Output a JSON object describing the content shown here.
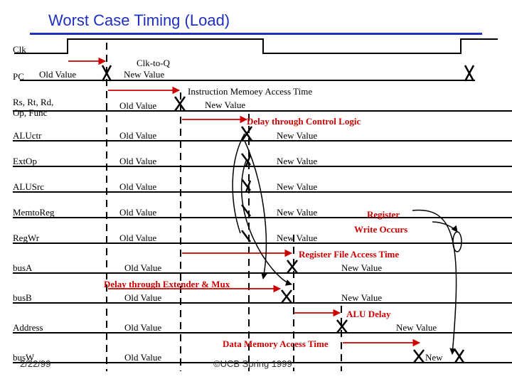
{
  "title": "Worst Case Timing (Load)",
  "signals": {
    "clk": "Clk",
    "pc": "PC",
    "rs_rt_rd": "Rs, Rt, Rd,",
    "op_func": "Op, Func",
    "aluctr": "ALUctr",
    "extop": "ExtOp",
    "alusrc": "ALUSrc",
    "memtoreg": "MemtoReg",
    "regwr": "RegWr",
    "busa": "busA",
    "busb": "busB",
    "address": "Address",
    "busw": "busW"
  },
  "values": {
    "old": "Old Value",
    "new": "New Value",
    "new_short": "New"
  },
  "delays": {
    "clk_to_q": "Clk-to-Q",
    "instr_mem": "Instruction Memoey Access Time",
    "control_logic": "Delay through Control Logic",
    "register_write_1": "Register",
    "register_write_2": "Write Occurs",
    "reg_file_access": "Register File Access Time",
    "extender_mux": "Delay through Extender & Mux",
    "alu_delay": "ALU Delay",
    "data_mem": "Data Memory Access Time"
  },
  "footer": {
    "date": "2/22/99",
    "copyright": "©UCB Spring 1999"
  },
  "colors": {
    "title": "#1f2fbf",
    "annotation": "#cc0000",
    "waveform": "#000000"
  }
}
